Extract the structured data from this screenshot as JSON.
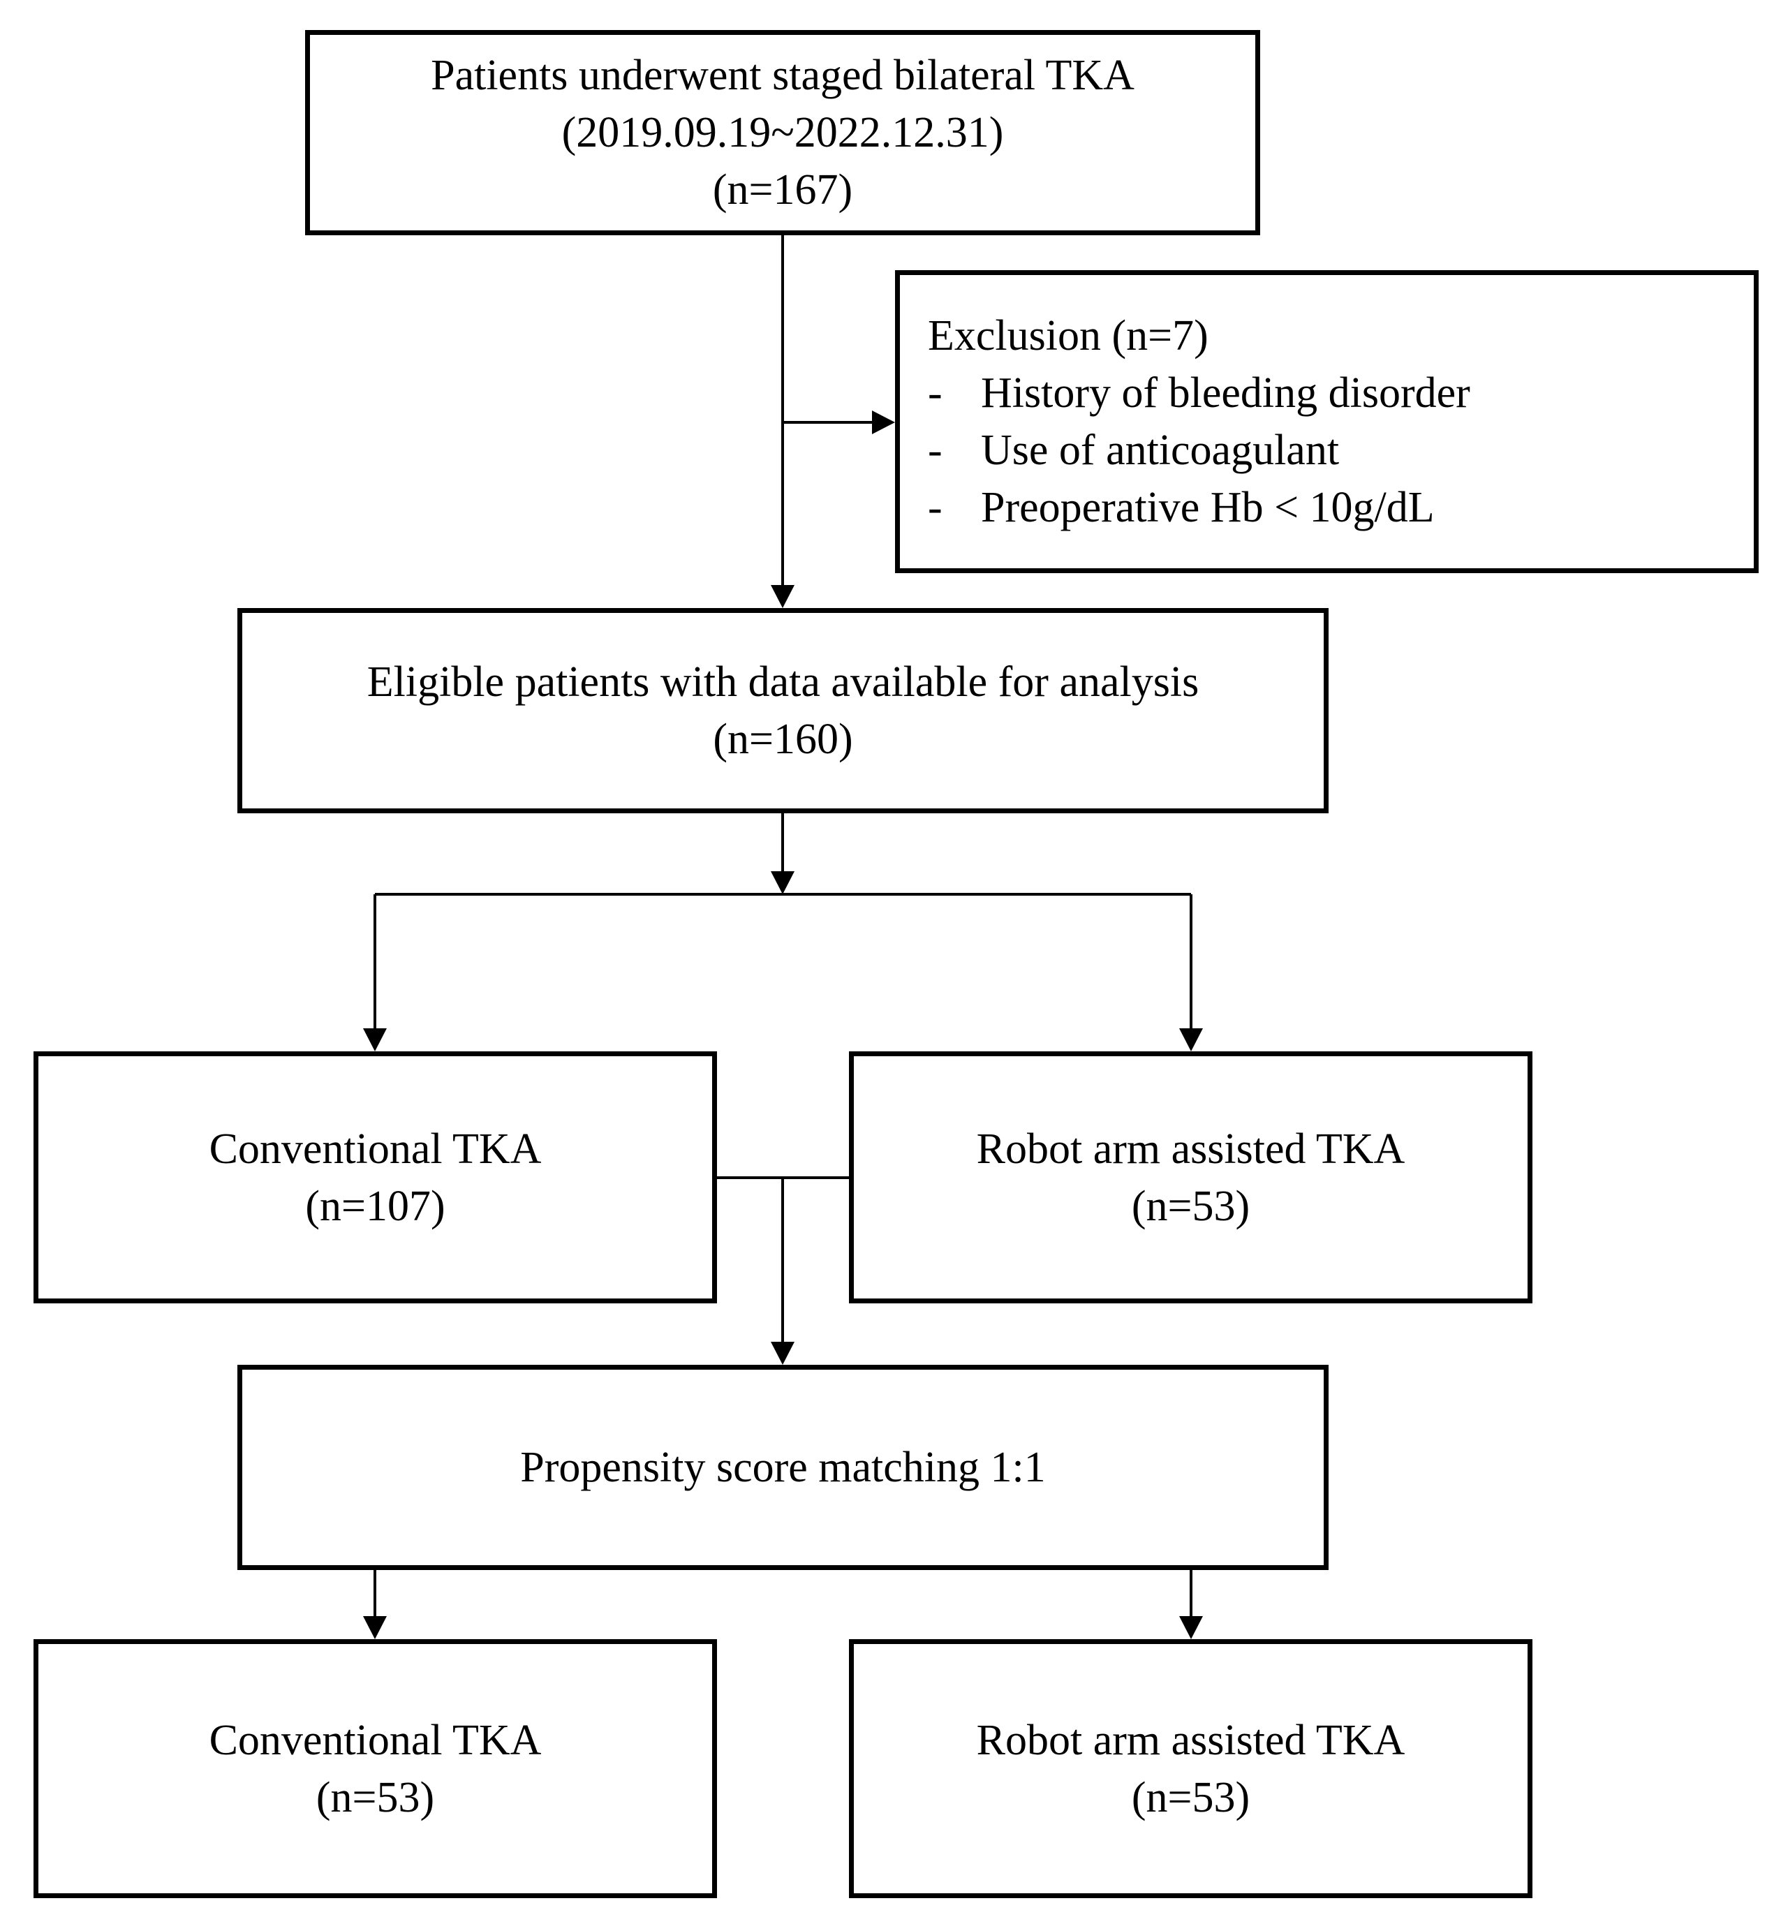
{
  "flowchart": {
    "start": {
      "line1": "Patients underwent staged bilateral TKA",
      "line2": "(2019.09.19~2022.12.31)",
      "line3": "(n=167)"
    },
    "exclusion": {
      "title": "Exclusion (n=7)",
      "items": [
        "History of bleeding disorder",
        "Use of anticoagulant",
        "Preoperative Hb < 10g/dL"
      ],
      "bullet": "-"
    },
    "eligible": {
      "line1": "Eligible patients with data available for analysis",
      "line2": "(n=160)"
    },
    "conventional_before": {
      "label": "Conventional TKA",
      "count": "(n=107)"
    },
    "robot_before": {
      "label": "Robot arm assisted TKA",
      "count": "(n=53)"
    },
    "matching": {
      "label": "Propensity score matching 1:1"
    },
    "conventional_after": {
      "label": "Conventional TKA",
      "count": "(n=53)"
    },
    "robot_after": {
      "label": "Robot arm assisted TKA",
      "count": "(n=53)"
    }
  }
}
